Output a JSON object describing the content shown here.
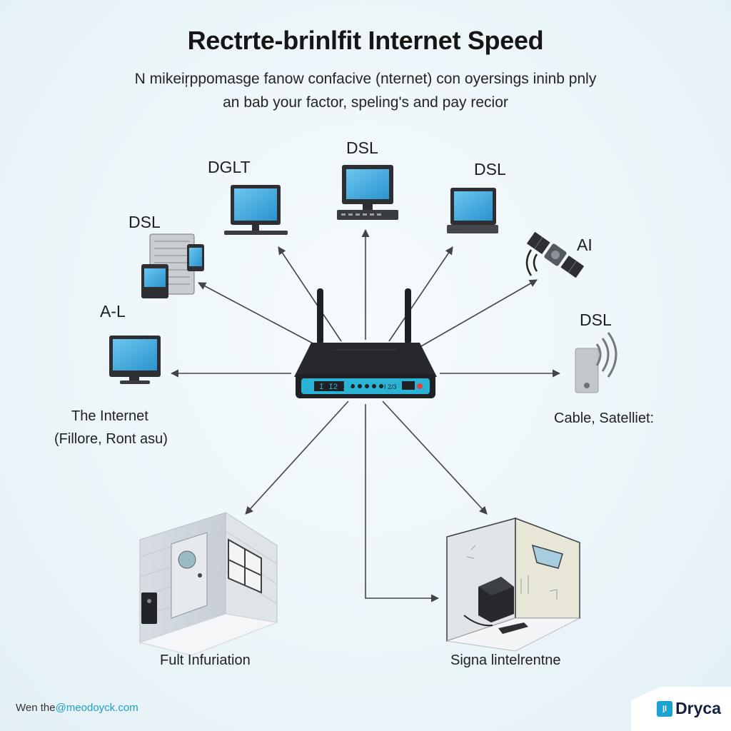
{
  "title": "Rectrte-brinlfit Internet Speed",
  "subtitle_line1": "N mikeir̩ppomasge fanow confacive (nternet) con oyersings ininb pnly",
  "subtitle_line2": "an bab your factor, speling's and pay recior",
  "labels": {
    "dglt": "DGLT",
    "dsl_top": "DSL",
    "dsl_right_top": "DSL",
    "dsl_left": "DSL",
    "ai": "AI",
    "al": "A-L",
    "dsl_right": "DSL",
    "internet_line1": "The Internet",
    "internet_line2": "(Fillore, Ront asu)",
    "cable_satellite": "Cable, Satelliet:",
    "full_infuriation": "Fult Infuriation",
    "signal_interference": "Signa lintelrentne"
  },
  "router": {
    "display": "I I2 I2",
    "port_label": "I 2/3"
  },
  "footer": {
    "prefix": "Wen the",
    "link": "@meodoyck.com"
  },
  "brand": {
    "mark": "I̧I",
    "name": "Dryca"
  },
  "colors": {
    "screen": "#3aa9dc",
    "device_dark": "#2d2f33",
    "router_accent": "#2bb3d6",
    "arrow": "#444444"
  }
}
